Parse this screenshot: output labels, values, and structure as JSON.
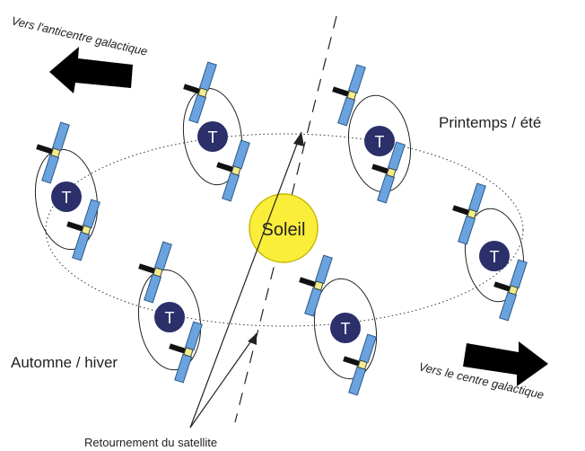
{
  "labels": {
    "sun": "Soleil",
    "earth_letter": "T",
    "spring_summer": "Printemps / été",
    "autumn_winter": "Automne / hiver",
    "anticenter": "Vers l'anticentre galactique",
    "center": "Vers le centre galactique",
    "flip": "Retournement du satellite"
  },
  "colors": {
    "earth": "#2b2f6a",
    "sun": "#fbee3a",
    "panel": "#6aa3dd",
    "hub": "#f2ee8a",
    "arrow": "#000000",
    "line": "#222222"
  }
}
